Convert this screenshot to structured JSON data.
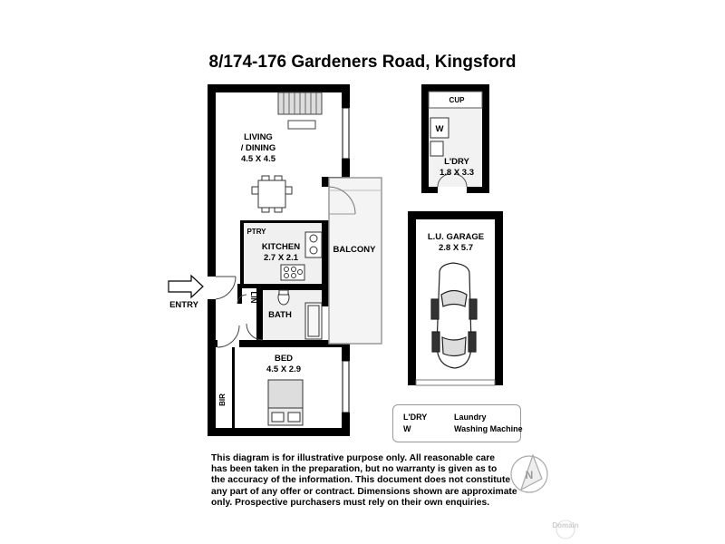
{
  "title": "8/174-176 Gardeners Road, Kingsford",
  "rooms": {
    "living_name": "LIVING",
    "living_name2": "/ DINING",
    "living_dim": "4.5 X 4.5",
    "kitchen_name": "KITCHEN",
    "kitchen_dim": "2.7 X 2.1",
    "pantry": "PTRY",
    "balcony": "BALCONY",
    "linen": "LIN",
    "bath": "BATH",
    "bed_name": "BED",
    "bed_dim": "4.5 X 2.9",
    "bir": "BIR",
    "entry": "ENTRY",
    "cupboard": "CUP",
    "washer": "W",
    "laundry_name": "L'DRY",
    "laundry_dim": "1.8 X 3.3",
    "garage_name": "L.U. GARAGE",
    "garage_dim": "2.8 X 5.7"
  },
  "legend": [
    {
      "abbr": "L'DRY",
      "meaning": "Laundry"
    },
    {
      "abbr": "W",
      "meaning": "Washing Machine"
    }
  ],
  "disclaimer_lines": [
    "This diagram is for illustrative purpose only. All reasonable care",
    "has been taken in the preparation, but no warranty is given as to",
    "the accuracy of the information. This document does not constitute",
    "any part of any offer or contract. Dimensions shown are approximate",
    "only. Prospective purchasers must rely on their own enquiries."
  ],
  "compass_letter": "N",
  "watermark_text": "Domain"
}
